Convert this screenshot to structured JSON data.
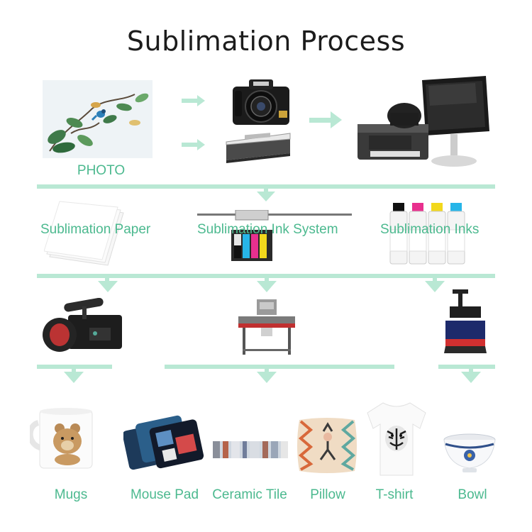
{
  "title": "Sublimation Process",
  "inputs": {
    "photo_label": "PHOTO"
  },
  "materials": {
    "paper": "Sublimation Paper",
    "ink_system": "Sublimation Ink System",
    "inks": "Sublimation Inks"
  },
  "products": [
    {
      "label": "Mugs"
    },
    {
      "label": "Mouse Pad"
    },
    {
      "label": "Ceramic Tile"
    },
    {
      "label": "Pillow"
    },
    {
      "label": "T-shirt"
    },
    {
      "label": "Bowl"
    }
  ],
  "colors": {
    "accent": "#4cb98f",
    "connector": "#b9e8d4"
  },
  "icons": [
    "photo-image",
    "camera-icon",
    "scanner-icon",
    "computer-printer-icon",
    "sublimation-paper-icon",
    "ink-system-icon",
    "ink-bottles-icon",
    "mug-press-icon",
    "pneumatic-press-icon",
    "heat-press-icon",
    "mug-image",
    "mouse-pad-image",
    "ceramic-tile-image",
    "pillow-image",
    "tshirt-image",
    "bowl-image"
  ]
}
